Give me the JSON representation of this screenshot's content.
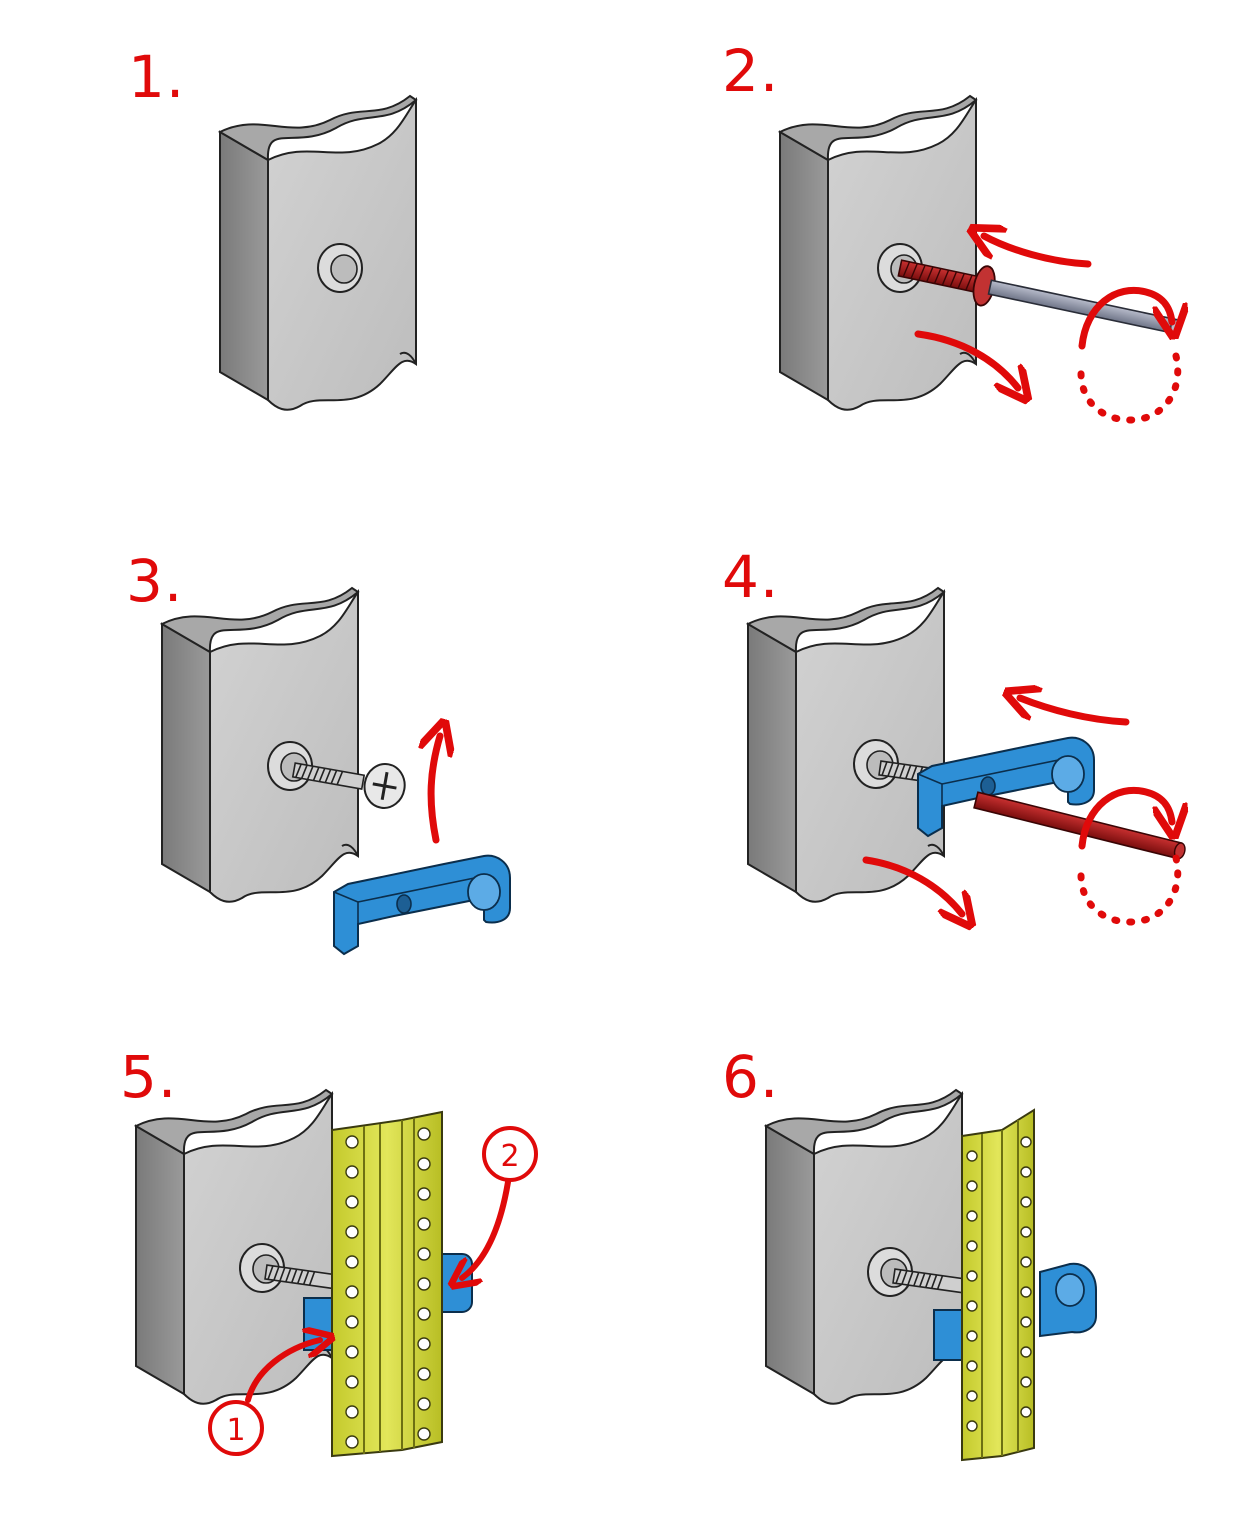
{
  "steps": [
    {
      "label": "1."
    },
    {
      "label": "2."
    },
    {
      "label": "3."
    },
    {
      "label": "4."
    },
    {
      "label": "5."
    },
    {
      "label": "6."
    }
  ],
  "callouts": [
    {
      "label": "1"
    },
    {
      "label": "2"
    }
  ],
  "colors": {
    "annotation": "#e00a0a",
    "stone_face": "#c9c9c9",
    "stone_side": "#8a8a8a",
    "clip": "#2e8fd6",
    "rail": "#d7dd3a",
    "tool_red": "#b01c1c",
    "rod_grey": "#8e95a6"
  }
}
